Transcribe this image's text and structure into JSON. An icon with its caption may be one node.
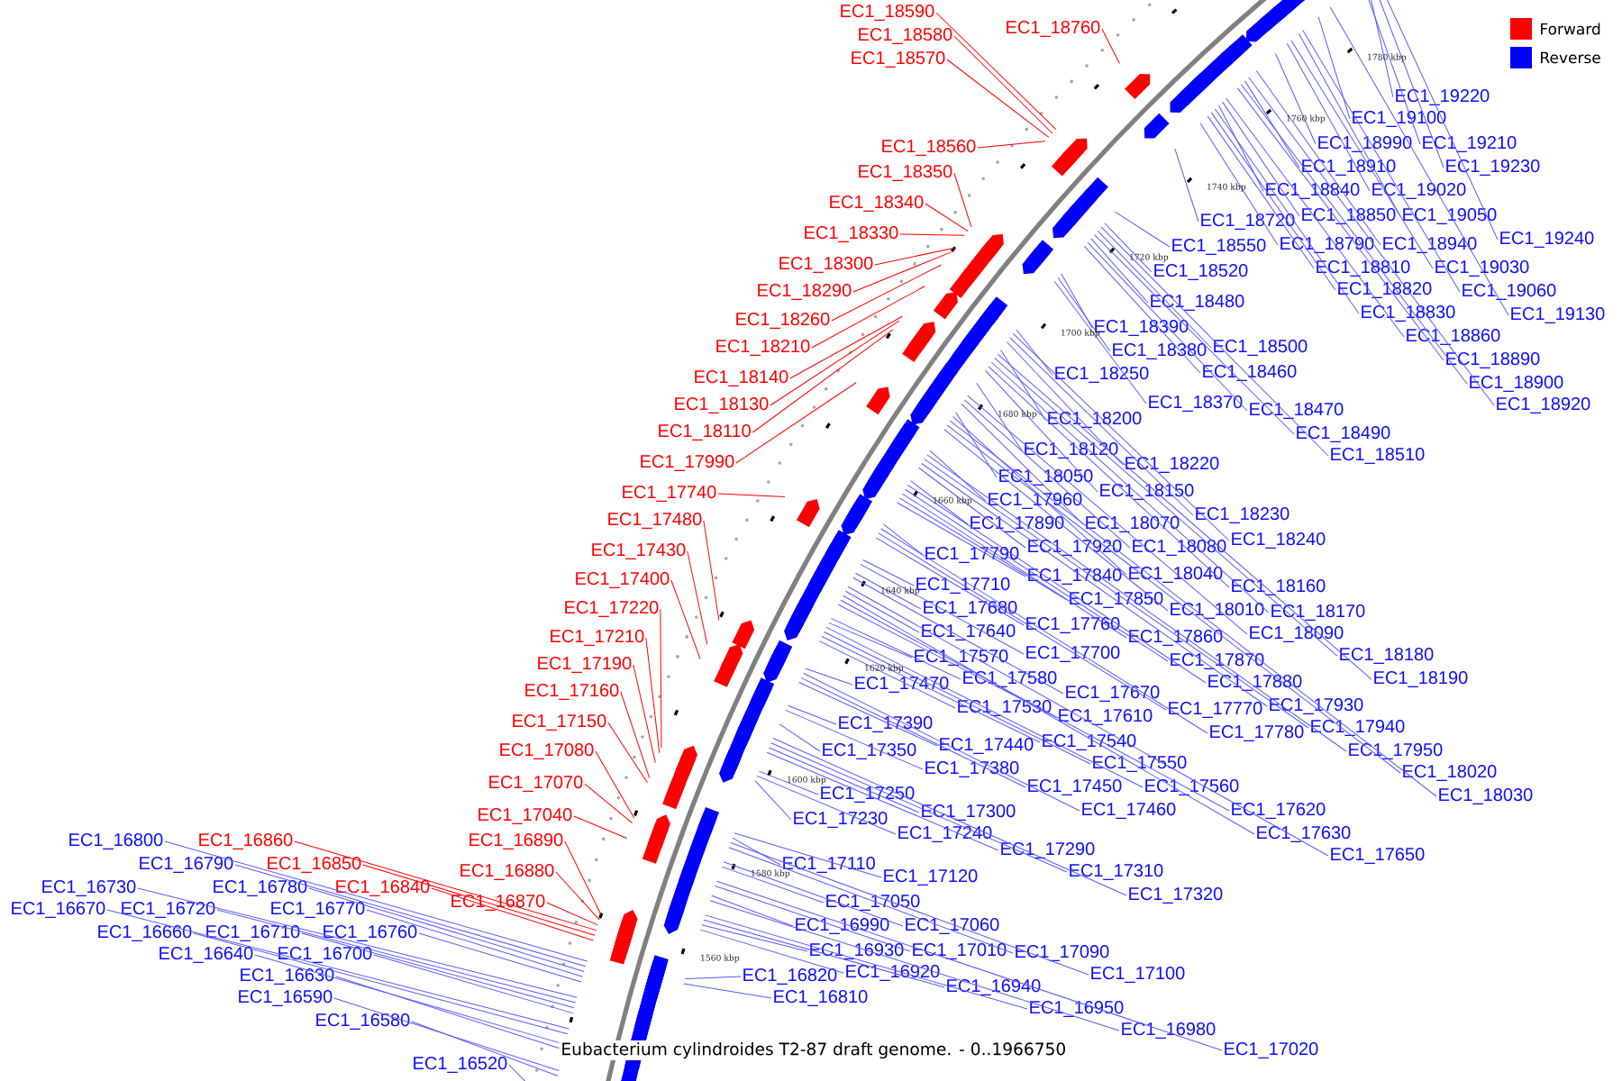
{
  "diagram": {
    "caption": "Eubacterium cylindroides T2-87 draft genome. - 0..1966750",
    "nodes": [
      {
        "text": [
          "EC1_18590"
        ]
      },
      {
        "text": [
          "EC1_18580"
        ]
      },
      {
        "text": [
          "EC1_18570"
        ]
      },
      {
        "text": [
          "EC1_18760"
        ]
      },
      {
        "text": [
          "EC1_18560"
        ]
      },
      {
        "text": [
          "EC1_18350"
        ]
      },
      {
        "text": [
          "EC1_18340"
        ]
      },
      {
        "text": [
          "EC1_18330"
        ]
      },
      {
        "text": [
          "EC1_18300"
        ]
      },
      {
        "text": [
          "EC1_18290"
        ]
      },
      {
        "text": [
          "EC1_18260"
        ]
      },
      {
        "text": [
          "EC1_18210"
        ]
      },
      {
        "text": [
          "EC1_18140"
        ]
      },
      {
        "text": [
          "EC1_18130"
        ]
      },
      {
        "text": [
          "EC1_18110"
        ]
      },
      {
        "text": [
          "EC1_17990"
        ]
      },
      {
        "text": [
          "EC1_17740"
        ]
      },
      {
        "text": [
          "EC1_17480"
        ]
      },
      {
        "text": [
          "EC1_17430"
        ]
      },
      {
        "text": [
          "EC1_17400"
        ]
      },
      {
        "text": [
          "EC1_17220"
        ]
      },
      {
        "text": [
          "EC1_17210"
        ]
      },
      {
        "text": [
          "EC1_17190"
        ]
      },
      {
        "text": [
          "EC1_17160"
        ]
      },
      {
        "text": [
          "EC1_17150"
        ]
      },
      {
        "text": [
          "EC1_17080"
        ]
      },
      {
        "text": [
          "EC1_17070"
        ]
      },
      {
        "text": [
          "EC1_17040"
        ]
      },
      {
        "text": [
          "EC1_16890"
        ]
      },
      {
        "text": [
          "EC1_16880"
        ]
      },
      {
        "text": [
          "EC1_16870"
        ]
      },
      {
        "text": [
          "EC1_16860"
        ]
      },
      {
        "text": [
          "EC1_16850"
        ]
      },
      {
        "text": [
          "EC1_16840"
        ]
      },
      {
        "text": [
          "EC1_19220"
        ]
      },
      {
        "text": [
          "EC1_19100"
        ]
      },
      {
        "text": [
          "EC1_18990"
        ]
      },
      {
        "text": [
          "EC1_19210"
        ]
      },
      {
        "text": [
          "EC1_18910"
        ]
      },
      {
        "text": [
          "EC1_19230"
        ]
      },
      {
        "text": [
          "EC1_18840"
        ]
      },
      {
        "text": [
          "EC1_19020"
        ]
      },
      {
        "text": [
          "EC1_18720"
        ]
      },
      {
        "text": [
          "EC1_18850"
        ]
      },
      {
        "text": [
          "EC1_19050"
        ]
      },
      {
        "text": [
          "EC1_19240"
        ]
      },
      {
        "text": [
          "EC1_18550"
        ]
      },
      {
        "text": [
          "EC1_18790"
        ]
      },
      {
        "text": [
          "EC1_18940"
        ]
      },
      {
        "text": [
          "EC1_18810"
        ]
      },
      {
        "text": [
          "EC1_19030"
        ]
      },
      {
        "text": [
          "EC1_18520"
        ]
      },
      {
        "text": [
          "EC1_18820"
        ]
      },
      {
        "text": [
          "EC1_19060"
        ]
      },
      {
        "text": [
          "EC1_18480"
        ]
      },
      {
        "text": [
          "EC1_18830"
        ]
      },
      {
        "text": [
          "EC1_19130"
        ]
      },
      {
        "text": [
          "EC1_18390"
        ]
      },
      {
        "text": [
          "EC1_18860"
        ]
      },
      {
        "text": [
          "EC1_18380"
        ]
      },
      {
        "text": [
          "EC1_18500"
        ]
      },
      {
        "text": [
          "EC1_18890"
        ]
      },
      {
        "text": [
          "EC1_18460"
        ]
      },
      {
        "text": [
          "EC1_18250"
        ]
      },
      {
        "text": [
          "EC1_18900"
        ]
      },
      {
        "text": [
          "EC1_18370"
        ]
      },
      {
        "text": [
          "EC1_18920"
        ]
      },
      {
        "text": [
          "EC1_18470"
        ]
      },
      {
        "text": [
          "EC1_18200"
        ]
      },
      {
        "text": [
          "EC1_18490"
        ]
      },
      {
        "text": [
          "EC1_18120"
        ]
      },
      {
        "text": [
          "EC1_18510"
        ]
      },
      {
        "text": [
          "EC1_18220"
        ]
      },
      {
        "text": [
          "EC1_18050"
        ]
      },
      {
        "text": [
          "EC1_18150"
        ]
      },
      {
        "text": [
          "EC1_17960"
        ]
      },
      {
        "text": [
          "EC1_18230"
        ]
      },
      {
        "text": [
          "EC1_17890"
        ]
      },
      {
        "text": [
          "EC1_18070"
        ]
      },
      {
        "text": [
          "EC1_18240"
        ]
      },
      {
        "text": [
          "EC1_17920"
        ]
      },
      {
        "text": [
          "EC1_18080"
        ]
      },
      {
        "text": [
          "EC1_17790"
        ]
      },
      {
        "text": [
          "EC1_17840"
        ]
      },
      {
        "text": [
          "EC1_18040"
        ]
      },
      {
        "text": [
          "EC1_17710"
        ]
      },
      {
        "text": [
          "EC1_18160"
        ]
      },
      {
        "text": [
          "EC1_17850"
        ]
      },
      {
        "text": [
          "EC1_17680"
        ]
      },
      {
        "text": [
          "EC1_18010"
        ]
      },
      {
        "text": [
          "EC1_18170"
        ]
      },
      {
        "text": [
          "EC1_17760"
        ]
      },
      {
        "text": [
          "EC1_17640"
        ]
      },
      {
        "text": [
          "EC1_18090"
        ]
      },
      {
        "text": [
          "EC1_17860"
        ]
      },
      {
        "text": [
          "EC1_17700"
        ]
      },
      {
        "text": [
          "EC1_17570"
        ]
      },
      {
        "text": [
          "EC1_18180"
        ]
      },
      {
        "text": [
          "EC1_17870"
        ]
      },
      {
        "text": [
          "EC1_17580"
        ]
      },
      {
        "text": [
          "EC1_18190"
        ]
      },
      {
        "text": [
          "EC1_17880"
        ]
      },
      {
        "text": [
          "EC1_17470"
        ]
      },
      {
        "text": [
          "EC1_17670"
        ]
      },
      {
        "text": [
          "EC1_17930"
        ]
      },
      {
        "text": [
          "EC1_17530"
        ]
      },
      {
        "text": [
          "EC1_17770"
        ]
      },
      {
        "text": [
          "EC1_17610"
        ]
      },
      {
        "text": [
          "EC1_17390"
        ]
      },
      {
        "text": [
          "EC1_17940"
        ]
      },
      {
        "text": [
          "EC1_17780"
        ]
      },
      {
        "text": [
          "EC1_17540"
        ]
      },
      {
        "text": [
          "EC1_17440"
        ]
      },
      {
        "text": [
          "EC1_17350"
        ]
      },
      {
        "text": [
          "EC1_17950"
        ]
      },
      {
        "text": [
          "EC1_17550"
        ]
      },
      {
        "text": [
          "EC1_17380"
        ]
      },
      {
        "text": [
          "EC1_18020"
        ]
      },
      {
        "text": [
          "EC1_17450"
        ]
      },
      {
        "text": [
          "EC1_17560"
        ]
      },
      {
        "text": [
          "EC1_17250"
        ]
      },
      {
        "text": [
          "EC1_18030"
        ]
      },
      {
        "text": [
          "EC1_17300"
        ]
      },
      {
        "text": [
          "EC1_17460"
        ]
      },
      {
        "text": [
          "EC1_17620"
        ]
      },
      {
        "text": [
          "EC1_17230"
        ]
      },
      {
        "text": [
          "EC1_17240"
        ]
      },
      {
        "text": [
          "EC1_17630"
        ]
      },
      {
        "text": [
          "EC1_17290"
        ]
      },
      {
        "text": [
          "EC1_17650"
        ]
      },
      {
        "text": [
          "EC1_17110"
        ]
      },
      {
        "text": [
          "EC1_17310"
        ]
      },
      {
        "text": [
          "EC1_17120"
        ]
      },
      {
        "text": [
          "EC1_17320"
        ]
      },
      {
        "text": [
          "EC1_17050"
        ]
      },
      {
        "text": [
          "EC1_16990"
        ]
      },
      {
        "text": [
          "EC1_17060"
        ]
      },
      {
        "text": [
          "EC1_16930"
        ]
      },
      {
        "text": [
          "EC1_17010"
        ]
      },
      {
        "text": [
          "EC1_17090"
        ]
      },
      {
        "text": [
          "EC1_16920"
        ]
      },
      {
        "text": [
          "EC1_16820"
        ]
      },
      {
        "text": [
          "EC1_17100"
        ]
      },
      {
        "text": [
          "EC1_16940"
        ]
      },
      {
        "text": [
          "EC1_16810"
        ]
      },
      {
        "text": [
          "EC1_16950"
        ]
      },
      {
        "text": [
          "EC1_16980"
        ]
      },
      {
        "text": [
          "EC1_17020"
        ]
      },
      {
        "text": [
          "EC1_16800"
        ]
      },
      {
        "text": [
          "EC1_16790"
        ]
      },
      {
        "text": [
          "EC1_16730"
        ]
      },
      {
        "text": [
          "EC1_16780"
        ]
      },
      {
        "text": [
          "EC1_16670"
        ]
      },
      {
        "text": [
          "EC1_16720"
        ]
      },
      {
        "text": [
          "EC1_16770"
        ]
      },
      {
        "text": [
          "EC1_16660"
        ]
      },
      {
        "text": [
          "EC1_16710"
        ]
      },
      {
        "text": [
          "EC1_16760"
        ]
      },
      {
        "text": [
          "EC1_16640"
        ]
      },
      {
        "text": [
          "EC1_16700"
        ]
      },
      {
        "text": [
          "EC1_16630"
        ]
      },
      {
        "text": [
          "EC1_16590"
        ]
      },
      {
        "text": [
          "EC1_16580"
        ]
      },
      {
        "text": [
          "EC1_16520"
        ]
      }
    ],
    "edges": [
      {
        "from": 0,
        "to": null,
        "arrow": "none",
        "color": "#ff0000"
      },
      {
        "from": 1,
        "to": null,
        "arrow": "none",
        "color": "#ff0000"
      },
      {
        "from": 2,
        "to": null,
        "arrow": "none",
        "color": "#ff0000"
      },
      {
        "from": 3,
        "to": null,
        "arrow": "none",
        "color": "#ff0000"
      },
      {
        "from": 4,
        "to": null,
        "arrow": "none",
        "color": "#ff0000"
      },
      {
        "from": 5,
        "to": null,
        "arrow": "none",
        "color": "#ff0000"
      },
      {
        "from": 6,
        "to": null,
        "arrow": "none",
        "color": "#ff0000"
      },
      {
        "from": 7,
        "to": null,
        "arrow": "none",
        "color": "#ff0000"
      },
      {
        "from": 8,
        "to": null,
        "arrow": "none",
        "color": "#ff0000"
      },
      {
        "from": 9,
        "to": null,
        "arrow": "none",
        "color": "#ff0000"
      },
      {
        "from": 10,
        "to": null,
        "arrow": "none",
        "color": "#ff0000"
      },
      {
        "from": 11,
        "to": null,
        "arrow": "none",
        "color": "#ff0000"
      },
      {
        "from": 12,
        "to": null,
        "arrow": "none",
        "color": "#ff0000"
      },
      {
        "from": 13,
        "to": null,
        "arrow": "none",
        "color": "#ff0000"
      },
      {
        "from": 14,
        "to": null,
        "arrow": "none",
        "color": "#ff0000"
      },
      {
        "from": 15,
        "to": null,
        "arrow": "none",
        "color": "#ff0000"
      },
      {
        "from": 16,
        "to": null,
        "arrow": "none",
        "color": "#ff0000"
      },
      {
        "from": 17,
        "to": null,
        "arrow": "none",
        "color": "#ff0000"
      },
      {
        "from": 18,
        "to": null,
        "arrow": "none",
        "color": "#ff0000"
      },
      {
        "from": 19,
        "to": null,
        "arrow": "none",
        "color": "#ff0000"
      },
      {
        "from": 20,
        "to": null,
        "arrow": "none",
        "color": "#ff0000"
      },
      {
        "from": 21,
        "to": null,
        "arrow": "none",
        "color": "#ff0000"
      },
      {
        "from": 22,
        "to": null,
        "arrow": "none",
        "color": "#ff0000"
      },
      {
        "from": 23,
        "to": null,
        "arrow": "none",
        "color": "#ff0000"
      },
      {
        "from": 24,
        "to": null,
        "arrow": "none",
        "color": "#ff0000"
      },
      {
        "from": 25,
        "to": null,
        "arrow": "none",
        "color": "#ff0000"
      },
      {
        "from": 26,
        "to": null,
        "arrow": "none",
        "color": "#ff0000"
      },
      {
        "from": 27,
        "to": null,
        "arrow": "none",
        "color": "#ff0000"
      },
      {
        "from": 28,
        "to": null,
        "arrow": "none",
        "color": "#ff0000"
      },
      {
        "from": 29,
        "to": null,
        "arrow": "none",
        "color": "#ff0000"
      },
      {
        "from": 30,
        "to": null,
        "arrow": "none",
        "color": "#ff0000"
      },
      {
        "from": 31,
        "to": null,
        "arrow": "none",
        "color": "#ff0000"
      },
      {
        "from": 32,
        "to": null,
        "arrow": "none",
        "color": "#ff0000"
      },
      {
        "from": 33,
        "to": null,
        "arrow": "none",
        "color": "#ff0000"
      },
      {
        "from": 34,
        "to": null,
        "arrow": "none"
      },
      {
        "from": 35,
        "to": null,
        "arrow": "none"
      },
      {
        "from": 36,
        "to": null,
        "arrow": "none"
      },
      {
        "from": 37,
        "to": null,
        "arrow": "none"
      },
      {
        "from": 38,
        "to": null,
        "arrow": "none"
      },
      {
        "from": 39,
        "to": null,
        "arrow": "none"
      },
      {
        "from": 40,
        "to": null,
        "arrow": "none"
      },
      {
        "from": 41,
        "to": null,
        "arrow": "none"
      },
      {
        "from": 42,
        "to": null,
        "arrow": "none"
      },
      {
        "from": 43,
        "to": null,
        "arrow": "none"
      },
      {
        "from": 44,
        "to": null,
        "arrow": "none"
      },
      {
        "from": 45,
        "to": null,
        "arrow": "none"
      },
      {
        "from": 46,
        "to": null,
        "arrow": "none"
      },
      {
        "from": 47,
        "to": null,
        "arrow": "none"
      },
      {
        "from": 48,
        "to": null,
        "arrow": "none"
      },
      {
        "from": 49,
        "to": null,
        "arrow": "none"
      },
      {
        "from": 50,
        "to": null,
        "arrow": "none"
      },
      {
        "from": 51,
        "to": null,
        "arrow": "none"
      },
      {
        "from": 52,
        "to": null,
        "arrow": "none"
      },
      {
        "from": 53,
        "to": null,
        "arrow": "none"
      },
      {
        "from": 54,
        "to": null,
        "arrow": "none"
      },
      {
        "from": 55,
        "to": null,
        "arrow": "none"
      },
      {
        "from": 56,
        "to": null,
        "arrow": "none"
      },
      {
        "from": 57,
        "to": null,
        "arrow": "none"
      },
      {
        "from": 58,
        "to": null,
        "arrow": "none"
      },
      {
        "from": 59,
        "to": null,
        "arrow": "none"
      },
      {
        "from": 60,
        "to": null,
        "arrow": "none"
      },
      {
        "from": 61,
        "to": null,
        "arrow": "none"
      },
      {
        "from": 62,
        "to": null,
        "arrow": "none"
      },
      {
        "from": 63,
        "to": null,
        "arrow": "none"
      },
      {
        "from": 64,
        "to": null,
        "arrow": "none"
      },
      {
        "from": 65,
        "to": null,
        "arrow": "none"
      },
      {
        "from": 66,
        "to": null,
        "arrow": "none"
      },
      {
        "from": 67,
        "to": null,
        "arrow": "none"
      },
      {
        "from": 68,
        "to": null,
        "arrow": "none"
      },
      {
        "from": 69,
        "to": null,
        "arrow": "none"
      },
      {
        "from": 70,
        "to": null,
        "arrow": "none"
      },
      {
        "from": 71,
        "to": null,
        "arrow": "none"
      },
      {
        "from": 72,
        "to": null,
        "arrow": "none"
      },
      {
        "from": 73,
        "to": null,
        "arrow": "none"
      },
      {
        "from": 74,
        "to": null,
        "arrow": "none"
      },
      {
        "from": 75,
        "to": null,
        "arrow": "none"
      },
      {
        "from": 76,
        "to": null,
        "arrow": "none"
      },
      {
        "from": 77,
        "to": null,
        "arrow": "none"
      },
      {
        "from": 78,
        "to": null,
        "arrow": "none"
      },
      {
        "from": 79,
        "to": null,
        "arrow": "none"
      },
      {
        "from": 80,
        "to": null,
        "arrow": "none"
      },
      {
        "from": 81,
        "to": null,
        "arrow": "none"
      },
      {
        "from": 82,
        "to": null,
        "arrow": "none"
      },
      {
        "from": 83,
        "to": null,
        "arrow": "none"
      },
      {
        "from": 84,
        "to": null,
        "arrow": "none"
      },
      {
        "from": 85,
        "to": null,
        "arrow": "none"
      },
      {
        "from": 86,
        "to": null,
        "arrow": "none"
      },
      {
        "from": 87,
        "to": null,
        "arrow": "none"
      },
      {
        "from": 88,
        "to": null,
        "arrow": "none"
      },
      {
        "from": 89,
        "to": null,
        "arrow": "none"
      },
      {
        "from": 90,
        "to": null,
        "arrow": "none"
      },
      {
        "from": 91,
        "to": null,
        "arrow": "none"
      },
      {
        "from": 92,
        "to": null,
        "arrow": "none"
      },
      {
        "from": 93,
        "to": null,
        "arrow": "none"
      },
      {
        "from": 94,
        "to": null,
        "arrow": "none"
      },
      {
        "from": 95,
        "to": null,
        "arrow": "none"
      },
      {
        "from": 96,
        "to": null,
        "arrow": "none"
      },
      {
        "from": 97,
        "to": null,
        "arrow": "none"
      },
      {
        "from": 98,
        "to": null,
        "arrow": "none"
      },
      {
        "from": 99,
        "to": null,
        "arrow": "none"
      },
      {
        "from": 100,
        "to": null,
        "arrow": "none"
      },
      {
        "from": 101,
        "to": null,
        "arrow": "none"
      },
      {
        "from": 102,
        "to": null,
        "arrow": "none"
      },
      {
        "from": 103,
        "to": null,
        "arrow": "none"
      },
      {
        "from": 104,
        "to": null,
        "arrow": "none"
      },
      {
        "from": 105,
        "to": null,
        "arrow": "none"
      },
      {
        "from": 106,
        "to": null,
        "arrow": "none"
      },
      {
        "from": 107,
        "to": null,
        "arrow": "none"
      },
      {
        "from": 108,
        "to": null,
        "arrow": "none"
      },
      {
        "from": 109,
        "to": null,
        "arrow": "none"
      },
      {
        "from": 110,
        "to": null,
        "arrow": "none"
      },
      {
        "from": 111,
        "to": null,
        "arrow": "none"
      },
      {
        "from": 112,
        "to": null,
        "arrow": "none"
      },
      {
        "from": 113,
        "to": null,
        "arrow": "none"
      },
      {
        "from": 114,
        "to": null,
        "arrow": "none"
      },
      {
        "from": 115,
        "to": null,
        "arrow": "none"
      },
      {
        "from": 116,
        "to": null,
        "arrow": "none"
      },
      {
        "from": 117,
        "to": null,
        "arrow": "none"
      },
      {
        "from": 118,
        "to": null,
        "arrow": "none"
      },
      {
        "from": 119,
        "to": null,
        "arrow": "none"
      },
      {
        "from": 120,
        "to": null,
        "arrow": "none"
      },
      {
        "from": 121,
        "to": null,
        "arrow": "none"
      },
      {
        "from": 122,
        "to": null,
        "arrow": "none"
      },
      {
        "from": 123,
        "to": null,
        "arrow": "none"
      },
      {
        "from": 124,
        "to": null,
        "arrow": "none"
      },
      {
        "from": 125,
        "to": null,
        "arrow": "none"
      },
      {
        "from": 126,
        "to": null,
        "arrow": "none"
      },
      {
        "from": 127,
        "to": null,
        "arrow": "none"
      },
      {
        "from": 128,
        "to": null,
        "arrow": "none"
      },
      {
        "from": 129,
        "to": null,
        "arrow": "none"
      },
      {
        "from": 130,
        "to": null,
        "arrow": "none"
      },
      {
        "from": 131,
        "to": null,
        "arrow": "none"
      },
      {
        "from": 132,
        "to": null,
        "arrow": "none"
      },
      {
        "from": 133,
        "to": null,
        "arrow": "none"
      },
      {
        "from": 134,
        "to": null,
        "arrow": "none"
      },
      {
        "from": 135,
        "to": null,
        "arrow": "none"
      },
      {
        "from": 136,
        "to": null,
        "arrow": "none"
      },
      {
        "from": 137,
        "to": null,
        "arrow": "none"
      },
      {
        "from": 138,
        "to": null,
        "arrow": "none"
      },
      {
        "from": 139,
        "to": null,
        "arrow": "none"
      },
      {
        "from": 140,
        "to": null,
        "arrow": "none"
      },
      {
        "from": 141,
        "to": null,
        "arrow": "none"
      },
      {
        "from": 142,
        "to": null,
        "arrow": "none"
      },
      {
        "from": 143,
        "to": null,
        "arrow": "none"
      },
      {
        "from": 144,
        "to": null,
        "arrow": "none"
      },
      {
        "from": 145,
        "to": null,
        "arrow": "none"
      },
      {
        "from": 146,
        "to": null,
        "arrow": "none"
      },
      {
        "from": 147,
        "to": null,
        "arrow": "none"
      },
      {
        "from": 148,
        "to": null,
        "arrow": "none"
      },
      {
        "from": 149,
        "to": null,
        "arrow": "none"
      },
      {
        "from": 150,
        "to": null,
        "arrow": "none"
      },
      {
        "from": 151,
        "to": null,
        "arrow": "none"
      },
      {
        "from": 152,
        "to": null,
        "arrow": "none"
      },
      {
        "from": 153,
        "to": null,
        "arrow": "none"
      },
      {
        "from": 154,
        "to": null,
        "arrow": "none"
      },
      {
        "from": 155,
        "to": null,
        "arrow": "none"
      },
      {
        "from": 156,
        "to": null,
        "arrow": "none"
      },
      {
        "from": 157,
        "to": null,
        "arrow": "none"
      },
      {
        "from": 158,
        "to": null,
        "arrow": "none"
      },
      {
        "from": 159,
        "to": null,
        "arrow": "none"
      },
      {
        "from": 160,
        "to": null,
        "arrow": "none"
      },
      {
        "from": 161,
        "to": null,
        "arrow": "none"
      },
      {
        "from": 162,
        "to": null,
        "arrow": "none"
      },
      {
        "from": 163,
        "to": null,
        "arrow": "none"
      }
    ],
    "labels": [
      "1780 kbp",
      "1760 kbp",
      "1740 kbp",
      "1720 kbp",
      "1700 kbp",
      "1680 kbp",
      "1660 kbp",
      "1640 kbp",
      "1620 kbp",
      "1600 kbp",
      "1580 kbp",
      "1560 kbp"
    ],
    "legend": [
      {
        "text": "Forward",
        "color": "#ff0000"
      },
      {
        "text": "Reverse",
        "color": "#0000ff"
      }
    ]
  }
}
